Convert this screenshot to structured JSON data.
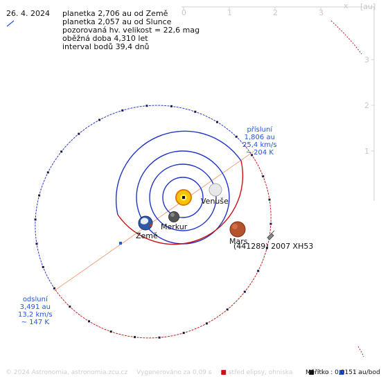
{
  "date": "26. 4. 2024",
  "info": [
    "planetka 2,706 au od Země",
    "planetka 2,057 au od Slunce",
    "pozorovaná hv. velikost = 22,6 mag",
    "oběžná doba 4,310 let",
    "interval bodů 39,4 dnů"
  ],
  "axes": {
    "x_ticks": [
      "0",
      "1",
      "2",
      "3"
    ],
    "x_label": "x",
    "unit_label": "[au]",
    "y_ticks": [
      "3",
      "2",
      "1"
    ]
  },
  "labels": {
    "mercury": "Merkur",
    "venus": "Venuše",
    "earth": "Země",
    "mars": "Mars",
    "asteroid": "(441289) 2007 XH53"
  },
  "perihelion": [
    "přísluní",
    "1,806 au",
    "25,4 km/s",
    "~ 204 K"
  ],
  "aphelion": [
    "odsluní",
    "3,491 au",
    "13,2 km/s",
    "~ 147 K"
  ],
  "footer": {
    "copyright": "© 2024 Astronomia, astronomia.zcu.cz",
    "generated": "Vygenerováno za 0,09 s",
    "legend_center": "střed elipsy, ohniska",
    "legend_f1": "F1 a",
    "legend_f2": "F2",
    "scale": "Měřítko : 0,0151 au/bod"
  },
  "colors": {
    "orbit_blue": "#1f33c8",
    "orbit_red": "#cc1111",
    "apsides_line": "#f2a07a",
    "grid": "#d0d0d0",
    "accent_blue": "#2255dd"
  }
}
